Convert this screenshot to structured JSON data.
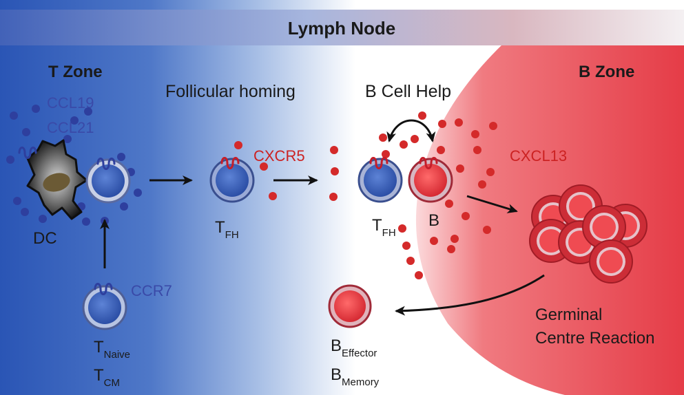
{
  "title": "Lymph Node",
  "zones": {
    "t_zone": "T Zone",
    "b_zone": "B Zone"
  },
  "sections": {
    "follicular_homing": "Follicular homing",
    "b_cell_help": "B Cell Help"
  },
  "chemokines": {
    "ccl19": "CCL19",
    "ccl21": "CCL21",
    "ccr7": "CCR7",
    "cxcr5": "CXCR5",
    "cxcl13": "CXCL13"
  },
  "cells": {
    "dc": "DC",
    "tfh_main": "T",
    "tfh_sub": "FH",
    "b": "B",
    "t_naive_main": "T",
    "t_naive_sub": "Naive",
    "t_cm_main": "T",
    "t_cm_sub": "CM",
    "b_effector_main": "B",
    "b_effector_sub": "Effector",
    "b_memory_main": "B",
    "b_memory_sub": "Memory"
  },
  "germinal": {
    "line1": "Germinal",
    "line2": "Centre Reaction"
  },
  "colors": {
    "t_zone_blue": "#2a55b5",
    "b_zone_red": "#e8404a",
    "chemokine_blue_text": "#3a4aa8",
    "chemokine_red_text": "#cc2222",
    "blue_dot": "#2e3f9e",
    "red_dot": "#d42a2a"
  }
}
